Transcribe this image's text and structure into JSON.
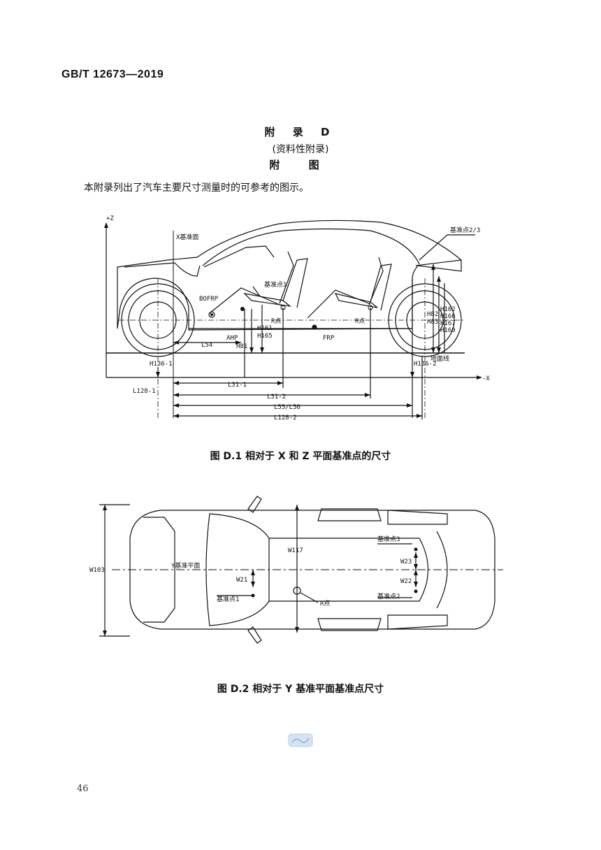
{
  "header": {
    "standard_code": "GB/T 12673—2019"
  },
  "appendix": {
    "title": "附 录 D",
    "subtitle": "(资料性附录)",
    "section": "附 图",
    "intro": "本附录列出了汽车主要尺寸测量时的可参考的图示。"
  },
  "figure1": {
    "caption": "图 D.1 相对于 X 和 Z 平面基准点的尺寸",
    "labels": {
      "z_axis": "+Z",
      "x_axis": "-X",
      "x_plane": "X基准面",
      "ref23": "基准点2/3",
      "ref1": "基准点1",
      "bofrp": "BOFRP",
      "r_front": "R点",
      "r_rear": "R点",
      "ahp": "AHP",
      "frp": "FRP",
      "ground": "地面线",
      "h161": "H161",
      "h165": "H165",
      "h81": "H81",
      "l54": "L54",
      "h136_1": "H136-1",
      "h136_2": "H136-2",
      "l128_1": "L128-1",
      "l31_1": "L31-1",
      "l31_2": "L31-2",
      "l55": "L55/L56",
      "l128_2": "L128-2",
      "h162": "H162",
      "h166": "H166",
      "h167": "H167",
      "h169": "H169",
      "h82": "H82",
      "h83": "H83"
    }
  },
  "figure2": {
    "caption": "图 D.2 相对于 Y 基准平面基准点尺寸",
    "labels": {
      "w103": "W103",
      "w117": "W117",
      "y_plane": "Y基准平面",
      "w21": "W21",
      "ref1": "基准点1",
      "r_point": "R点",
      "ref3": "基准点3",
      "w23": "W23",
      "w22": "W22",
      "ref2": "基准点2"
    }
  },
  "footer": {
    "page_number": "46"
  }
}
